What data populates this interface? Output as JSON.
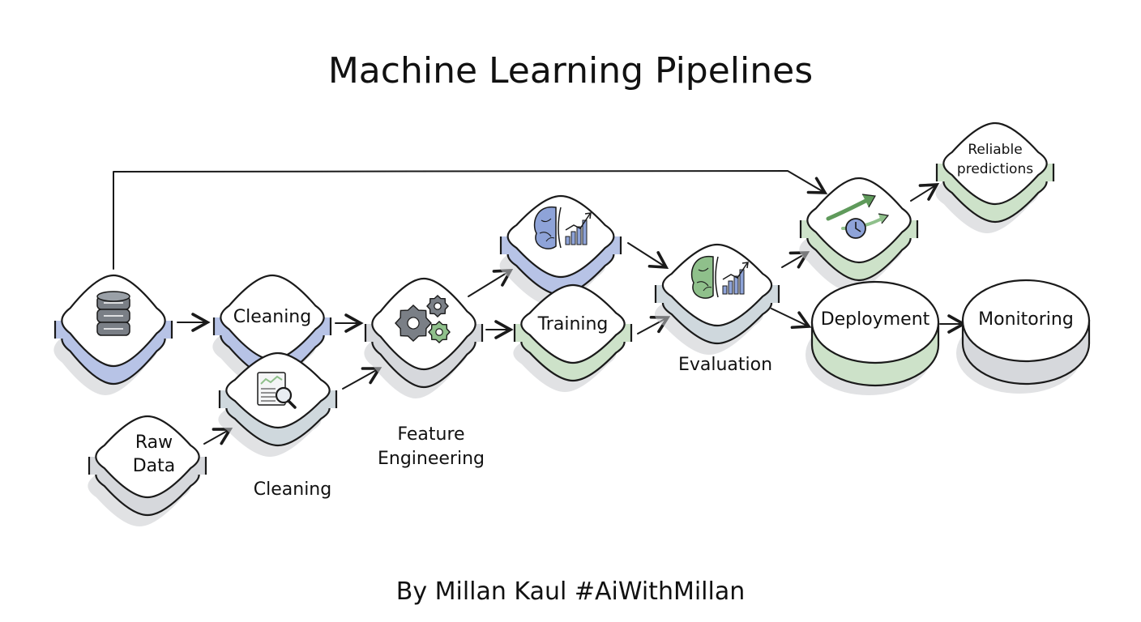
{
  "title": "Machine Learning Pipelines",
  "footer": "By Millan Kaul #AiWithMillan",
  "colors": {
    "blue": "#b7c3e6",
    "green": "#cde2c9",
    "gray": "#d6d8dc",
    "grayblue": "#cfd8dd",
    "icon_blue": "#8ea3d8",
    "icon_green": "#8fc08b",
    "icon_gray": "#7a7f86"
  },
  "nodes": {
    "database": {
      "icon": "database-icon"
    },
    "cleaning_top": {
      "label": "Cleaning"
    },
    "report": {
      "icon": "report-search-icon"
    },
    "raw_data": {
      "label_line1": "Raw",
      "label_line2": "Data"
    },
    "features": {
      "icon": "gears-icon"
    },
    "brain_top": {
      "icon": "brain-chart-icon"
    },
    "training": {
      "label": "Training"
    },
    "evaluation_node": {
      "icon": "brain-chart-icon"
    },
    "trend": {
      "icon": "trend-clock-icon"
    },
    "reliable": {
      "label_line1": "Reliable",
      "label_line2": "predictions"
    },
    "deployment": {
      "label": "Deployment"
    },
    "monitoring": {
      "label": "Monitoring"
    }
  },
  "captions": {
    "cleaning": "Cleaning",
    "feature_line1": "Feature",
    "feature_line2": "Engineering",
    "evaluation": "Evaluation"
  }
}
